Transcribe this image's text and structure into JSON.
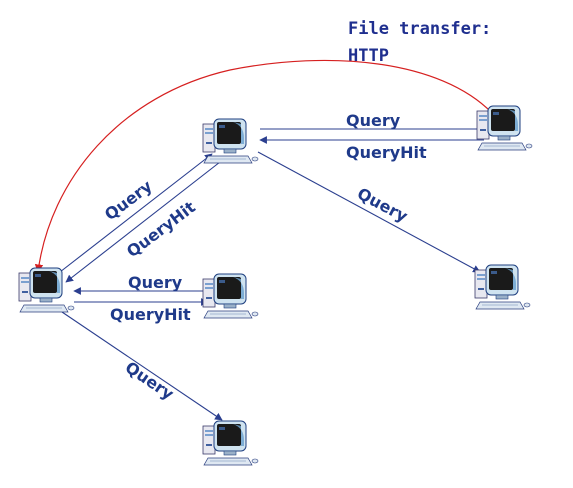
{
  "title": {
    "line1": "File transfer:",
    "line2": "HTTP"
  },
  "labels": {
    "query_top": "Query",
    "queryhit_top": "QueryHit",
    "query_diag_right": "Query",
    "query_left_up": "Query",
    "queryhit_left_up": "QueryHit",
    "query_mid": "Query",
    "queryhit_mid": "QueryHit",
    "query_down": "Query"
  },
  "colors": {
    "arrow": "#2b3f8f",
    "text": "#1f3a8a",
    "http_curve": "#d62020"
  },
  "nodes": [
    {
      "id": "peer-left",
      "icon": "computer-icon"
    },
    {
      "id": "peer-top-center",
      "icon": "computer-icon"
    },
    {
      "id": "peer-top-right",
      "icon": "computer-icon"
    },
    {
      "id": "peer-mid-right",
      "icon": "computer-icon"
    },
    {
      "id": "peer-mid-center",
      "icon": "computer-icon"
    },
    {
      "id": "peer-bottom",
      "icon": "computer-icon"
    }
  ]
}
